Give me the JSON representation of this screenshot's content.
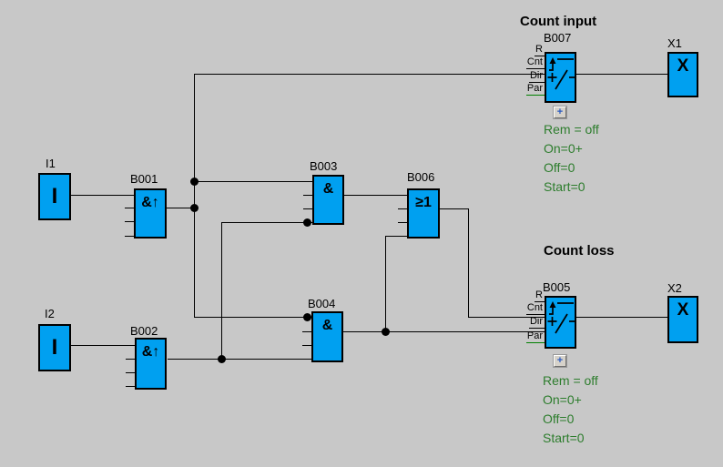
{
  "titles": {
    "count_input": "Count input",
    "count_loss": "Count loss"
  },
  "blocks": {
    "i1": {
      "label": "I1",
      "symbol": "I"
    },
    "i2": {
      "label": "I2",
      "symbol": "I"
    },
    "b001": {
      "label": "B001",
      "symbol": "&↑"
    },
    "b002": {
      "label": "B002",
      "symbol": "&↑"
    },
    "b003": {
      "label": "B003",
      "symbol": "&"
    },
    "b004": {
      "label": "B004",
      "symbol": "&"
    },
    "b006": {
      "label": "B006",
      "symbol": "≥1"
    },
    "b007": {
      "label": "B007"
    },
    "b005": {
      "label": "B005"
    },
    "x1": {
      "label": "X1",
      "symbol": "X"
    },
    "x2": {
      "label": "X2",
      "symbol": "X"
    }
  },
  "counter_pins": [
    "R",
    "Cnt",
    "Dir",
    "Par"
  ],
  "counter_b007": {
    "expand": "+",
    "params": [
      "Rem = off",
      "On=0+",
      "Off=0",
      "Start=0"
    ]
  },
  "counter_b005": {
    "expand": "+",
    "params": [
      "Rem = off",
      "On=0+",
      "Off=0",
      "Start=0"
    ]
  },
  "icons": {
    "counter_symbol": "updown-counter-icon",
    "expand_button": "plus-icon"
  },
  "colors": {
    "background": "#c8c8c8",
    "block_fill": "#00a0f0",
    "block_border": "#000000",
    "wire": "#000000",
    "param_text": "#2d7d2d",
    "par_underline_green": "#008000",
    "plus_blue": "#2a5ac0"
  }
}
